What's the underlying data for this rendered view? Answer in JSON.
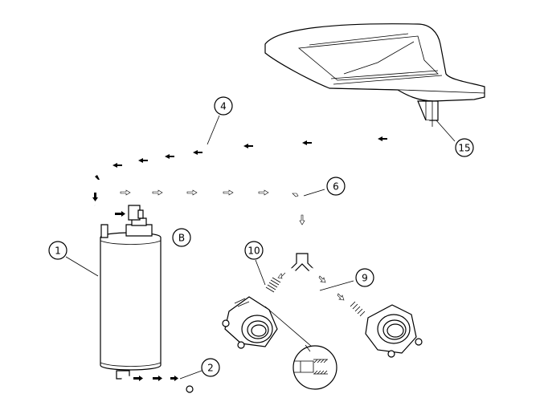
{
  "callouts": {
    "c1": "1",
    "c2": "2",
    "c4": "4",
    "c6": "6",
    "c9": "9",
    "c10": "10",
    "c15": "15",
    "view": "B"
  }
}
